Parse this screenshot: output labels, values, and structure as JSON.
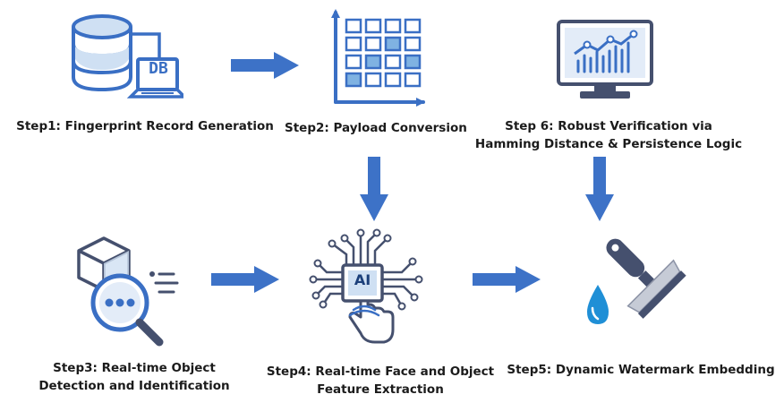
{
  "colors": {
    "primary": "#3a6fc4",
    "light": "#cfe0f3",
    "arrow": "#3d72c7",
    "droplet": "#1f8fd6",
    "handle": "#45506e",
    "blade": "#c6cbd6"
  },
  "icons": {
    "step1": "database-laptop-icon",
    "step2": "grid-chart-icon",
    "step3": "object-detection-icon",
    "step4": "ai-chip-touch-icon",
    "step5": "watermark-stamp-icon",
    "step6": "monitor-chart-icon"
  },
  "steps": {
    "step1": {
      "label": "Step1: Fingerprint Record Generation",
      "db_text": "DB"
    },
    "step2": {
      "label": "Step2: Payload Conversion"
    },
    "step3": {
      "line1": "Step3: Real-time Object",
      "line2": "Detection and Identification"
    },
    "step4": {
      "line1": "Step4: Real-time Face and Object",
      "line2": "Feature Extraction",
      "chip_text": "AI"
    },
    "step5": {
      "label": "Step5: Dynamic Watermark Embedding"
    },
    "step6": {
      "line1": "Step 6: Robust Verification via",
      "line2": "Hamming Distance & Persistence Logic"
    }
  }
}
